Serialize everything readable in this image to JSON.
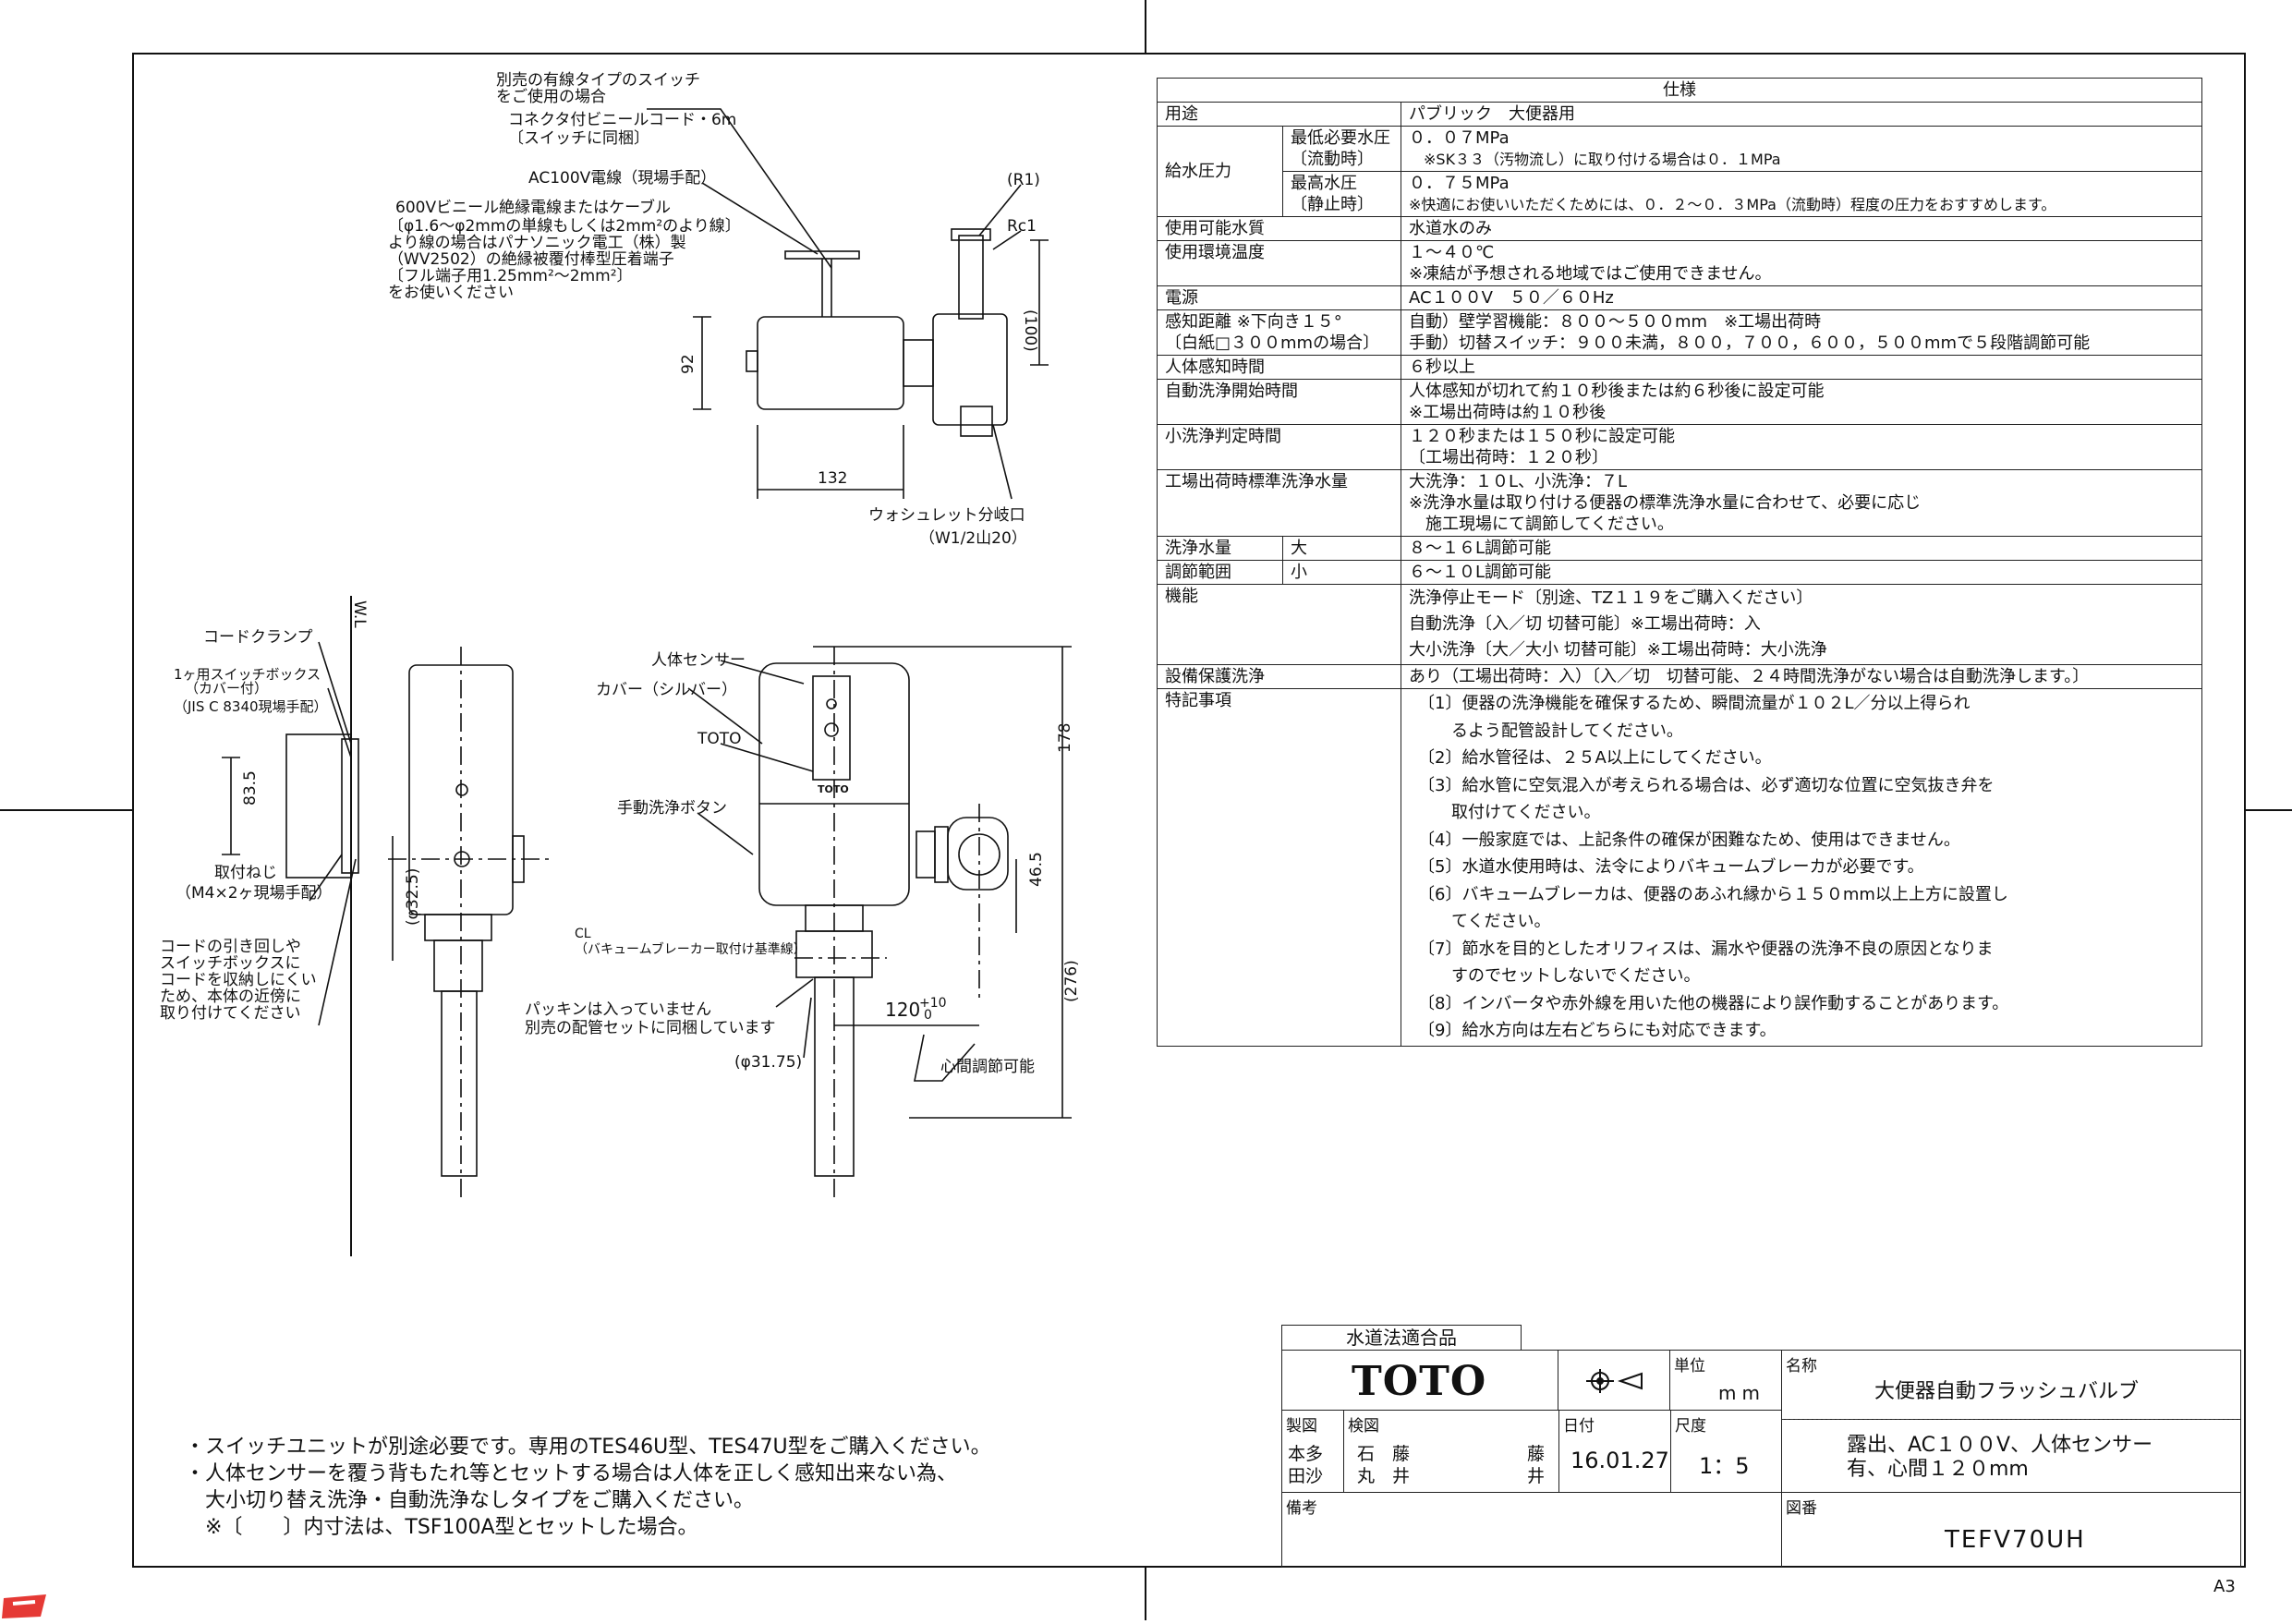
{
  "drawing": {
    "top_annotations": [
      "別売の有線タイプのスイッチ",
      "をご使用の場合",
      "コネクタ付ビニールコード・6m",
      "〔スイッチに同梱〕",
      "AC100V電線（現場手配）",
      "600Vビニール絶縁電線またはケーブル",
      "〔φ1.6～φ2mmの単線もしくは2mm²のより線〕",
      "より線の場合はパナソニック電工（株）製",
      "（WV2502）の絶縁被覆付棒型圧着端子",
      "〔フル端子用1.25mm²～2mm²〕",
      "をお使いください"
    ],
    "dims_top": {
      "r1": "(R1)",
      "rc1": "Rc1",
      "d100": "(100)",
      "d92": "92",
      "d132": "132"
    },
    "washlet": [
      "ウォシュレット分岐口",
      "（W1/2山20）"
    ],
    "left_view": {
      "wl": "W.L",
      "cord_clamp": "コードクランプ",
      "switch_box": [
        "1ヶ用スイッチボックス",
        "（カバー付）",
        "（JIS C 8340現場手配）"
      ],
      "d835": "83.5",
      "screw": [
        "取付ねじ",
        "（M4×2ヶ現場手配）"
      ],
      "d325": "(φ32.5)",
      "cord_note": [
        "コードの引き回しや",
        "スイッチボックスに",
        "コードを収納しにくい",
        "ため、本体の近傍に",
        "取り付けてください"
      ]
    },
    "front_view": {
      "sensor": "人体センサー",
      "cover": "カバー（シルバー）",
      "toto": "TOTO",
      "button": "手動洗浄ボタン",
      "cl": "CL",
      "vacuum": "（バキュームブレーカー取付け基準線）",
      "packing": [
        "パッキンは入っていません",
        "別売の配管セットに同梱しています"
      ],
      "d3175": "(φ31.75)",
      "d120": "120",
      "tol_plus": "+10",
      "tol_zero": "0",
      "adjust": "心間調節可能",
      "d178": "178",
      "d465": "46.5",
      "d276": "(276)",
      "body_label": "TOTO"
    }
  },
  "spec": {
    "title": "仕様",
    "rows": {
      "use_label": "用途",
      "use_value": "パブリック　大便器用",
      "pressure_label": "給水圧力",
      "min_label": [
        "最低必要水圧",
        "〔流動時〕"
      ],
      "min_value": [
        "０．０７MPa",
        "　※SK３３（汚物流し）に取り付ける場合は０．１MPa"
      ],
      "max_label": [
        "最高水圧",
        "〔静止時〕"
      ],
      "max_value": [
        "０．７５MPa",
        "※快適にお使いいただくためには、０．２～０．３MPa（流動時）程度の圧力をおすすめします。"
      ],
      "water_label": "使用可能水質",
      "water_value": "水道水のみ",
      "temp_label": "使用環境温度",
      "temp_value": [
        "１～４０℃",
        "※凍結が予想される地域ではご使用できません。"
      ],
      "power_label": "電源",
      "power_value": "AC１００V　５０／６０Hz",
      "dist_label": [
        "感知距離 ※下向き１５°",
        "〔白紙□３００mmの場合〕"
      ],
      "dist_value": [
        "自動）壁学習機能：８００～５００mm　※工場出荷時",
        "手動）切替スイッチ：９００未満，８００，７００，６００，５００mmで５段階調節可能"
      ],
      "detect_label": "人体感知時間",
      "detect_value": "６秒以上",
      "auto_label": "自動洗浄開始時間",
      "auto_value": [
        "人体感知が切れて約１０秒後または約６秒後に設定可能",
        "※工場出荷時は約１０秒後"
      ],
      "small_label": "小洗浄判定時間",
      "small_value": [
        "１２０秒または１５０秒に設定可能",
        "〔工場出荷時：１２０秒〕"
      ],
      "std_label": "工場出荷時標準洗浄水量",
      "std_value": [
        "大洗浄：１０L、小洗浄：７L",
        "※洗浄水量は取り付ける便器の標準洗浄水量に合わせて、必要に応じ",
        "　施工現場にて調節してください。"
      ],
      "vol_label1": "洗浄水量",
      "vol_label2": "調節範囲",
      "large": "大",
      "large_value": "８～１６L調節可能",
      "small": "小",
      "small_vol_value": "６～１０L調節可能",
      "func_label": "機能",
      "func_value": [
        "洗浄停止モード〔別途、TZ１１９をご購入ください〕",
        "自動洗浄〔入／切 切替可能〕※工場出荷時：入",
        "大小洗浄〔大／大小 切替可能〕※工場出荷時：大小洗浄"
      ],
      "protect_label": "設備保護洗浄",
      "protect_value": "あり（工場出荷時：入）〔入／切　切替可能、２４時間洗浄がない場合は自動洗浄します。〕",
      "notes_label": "特記事項",
      "notes_value": [
        "〔1〕便器の洗浄機能を確保するため、瞬間流量が１０２L／分以上得られ",
        "　　るよう配管設計してください。",
        "〔2〕給水管径は、２５A以上にしてください。",
        "〔3〕給水管に空気混入が考えられる場合は、必ず適切な位置に空気抜き弁を",
        "　　取付けてください。",
        "〔4〕一般家庭では、上記条件の確保が困難なため、使用はできません。",
        "〔5〕水道水使用時は、法令によりバキュームブレーカが必要です。",
        "〔6〕バキュームブレーカは、便器のあふれ縁から１５０mm以上上方に設置し",
        "　　てください。",
        "〔7〕節水を目的としたオリフィスは、漏水や便器の洗浄不良の原因となりま",
        "　　すのでセットしないでください。",
        "〔8〕インバータや赤外線を用いた他の機器により誤作動することがあります。",
        "〔9〕給水方向は左右どちらにも対応できます。"
      ]
    }
  },
  "notes": [
    "・スイッチユニットが別途必要です。専用のTES46U型、TES47U型をご購入ください。",
    "・人体センサーを覆う背もたれ等とセットする場合は人体を正しく感知出来ない為、",
    "　大小切り替え洗浄・自動洗浄なしタイプをご購入ください。",
    "　※〔　　〕内寸法は、TSF100A型とセットした場合。"
  ],
  "title_block": {
    "approval": "水道法適合品",
    "logo": "TOTO",
    "unit_label": "単位",
    "unit_value": "mm",
    "name_label": "名称",
    "name_value": "大便器自動フラッシュバルブ",
    "desc": [
      "露出、AC１００V、人体センサー",
      "有、心間１２０mm"
    ],
    "drawn_label": "製図",
    "drawn_names": [
      "本多",
      "田沙"
    ],
    "checked_label": "検図",
    "checked_names": [
      "石　藤",
      "丸　井"
    ],
    "seal": [
      "藤",
      "井"
    ],
    "date_label": "日付",
    "date_value": "16.01.27",
    "scale_label": "尺度",
    "scale_value": "1：5",
    "remarks_label": "備考",
    "number_label": "図番",
    "number_value": "TEFV70UH"
  },
  "sheet_size": "A3"
}
